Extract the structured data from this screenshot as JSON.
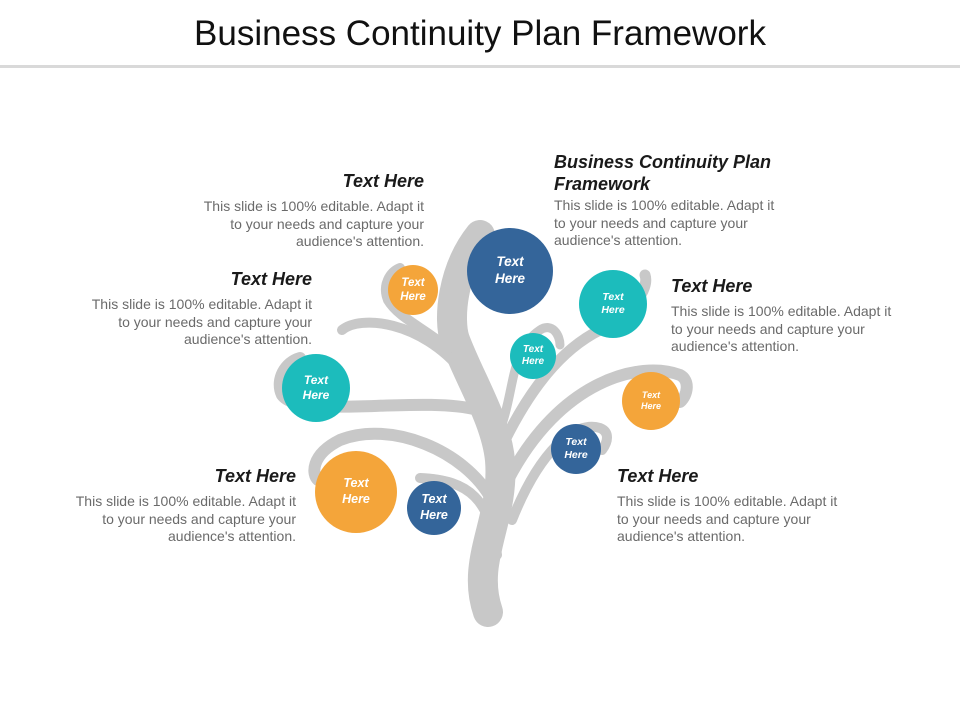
{
  "title": "Business Continuity Plan Framework",
  "colors": {
    "orange": "#f4a53a",
    "teal": "#1cbcbc",
    "navy": "#34659a",
    "branch": "#c8c8c8"
  },
  "blocks": [
    {
      "heading": "Text Here",
      "body": "This slide is 100% editable. Adapt it to your needs and capture your audience's attention."
    },
    {
      "heading": "Business Continuity Plan Framework",
      "body": "This slide is 100% editable. Adapt it to your needs and capture your audience's attention."
    },
    {
      "heading": "Text Here",
      "body": "This slide is 100% editable. Adapt it to your needs and capture your audience's attention."
    },
    {
      "heading": "Text Here",
      "body": "This slide is 100% editable. Adapt it to your needs and capture your audience's attention."
    },
    {
      "heading": "Text Here",
      "body": "This slide is 100% editable. Adapt it to your needs and capture your audience's attention."
    },
    {
      "heading": "Text Here",
      "body": "This slide is 100% editable. Adapt it to your needs and capture your audience's attention."
    }
  ],
  "nodes": [
    {
      "label": "Text Here",
      "color": "orange"
    },
    {
      "label": "Text Here",
      "color": "navy"
    },
    {
      "label": "Text Here",
      "color": "teal"
    },
    {
      "label": "Text Here",
      "color": "teal"
    },
    {
      "label": "Text Here",
      "color": "teal"
    },
    {
      "label": "Text Here",
      "color": "orange"
    },
    {
      "label": "Text Here",
      "color": "navy"
    },
    {
      "label": "Text Here",
      "color": "orange"
    },
    {
      "label": "Text Here",
      "color": "navy"
    }
  ]
}
